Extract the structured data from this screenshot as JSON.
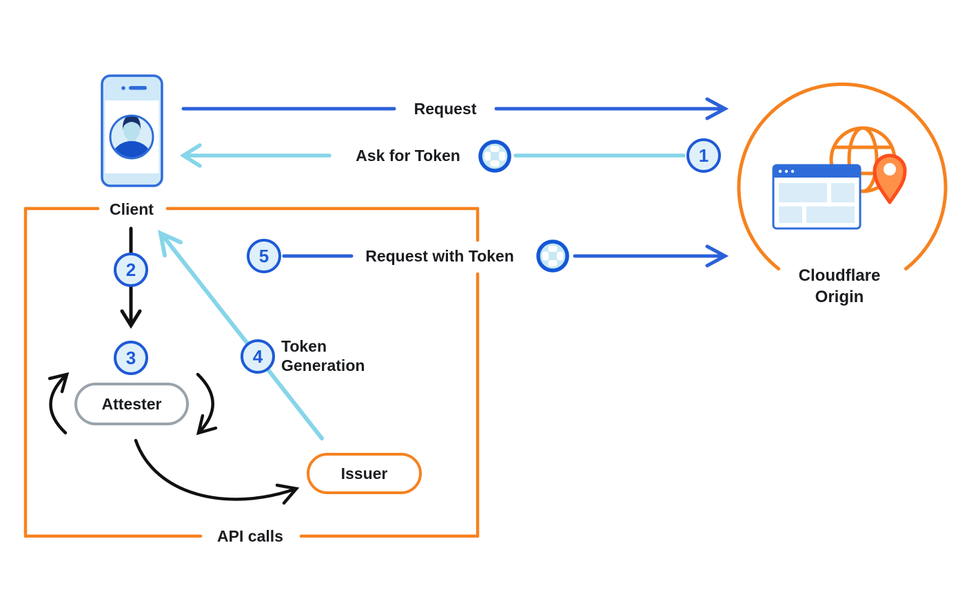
{
  "diagram": {
    "nodes": {
      "client": {
        "label": "Client"
      },
      "cloudflare_origin": {
        "label_line1": "Cloudflare",
        "label_line2": "Origin"
      },
      "attester": {
        "label": "Attester"
      },
      "issuer": {
        "label": "Issuer"
      }
    },
    "labels": {
      "request": "Request",
      "ask_for_token": "Ask for Token",
      "request_with_token": "Request with Token",
      "token_generation_line1": "Token",
      "token_generation_line2": "Generation",
      "api_calls": "API calls"
    },
    "steps": [
      "1",
      "2",
      "3",
      "4",
      "5"
    ],
    "icons": {
      "client_device": "phone-icon",
      "client_user": "user-avatar-icon",
      "token": "token-icon",
      "origin_globe": "globe-icon",
      "origin_site": "browser-window-icon",
      "origin_pin": "location-pin-icon"
    },
    "colors": {
      "arrow_blue": "#2B61D9",
      "arrow_cyan": "#86D5E9",
      "arrow_black": "#111111",
      "cloudflare_orange": "#F6821F",
      "step_circle_border": "#1E5AD7",
      "step_circle_fill": "#DFF0FA",
      "attester_border_gray": "#9AA3AA",
      "text_black": "#1A1C1F",
      "pin_outline": "#FC4E1D",
      "pin_fill": "#FF9048"
    }
  }
}
